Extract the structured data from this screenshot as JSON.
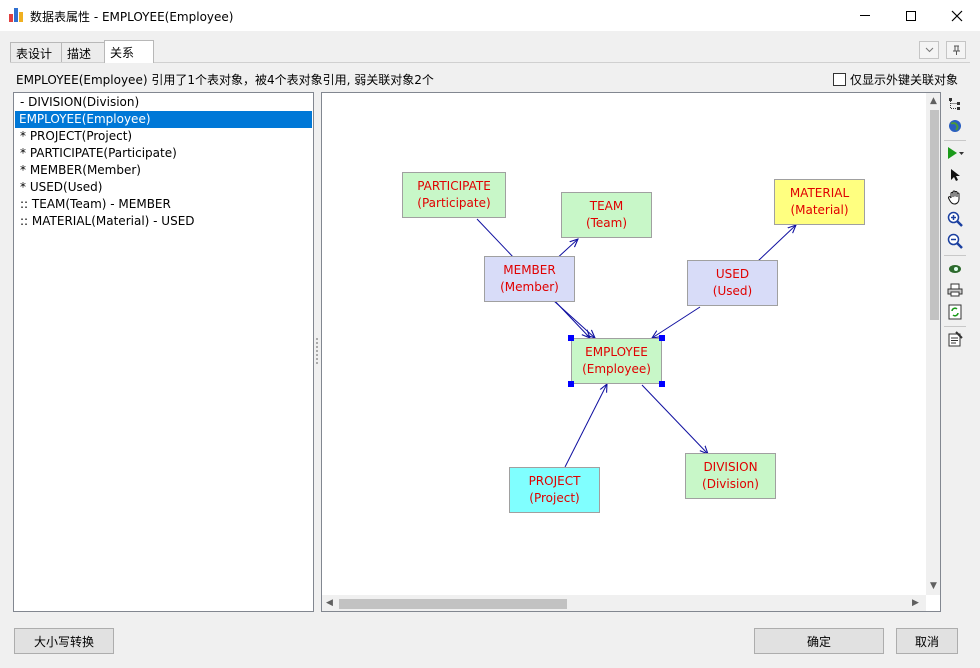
{
  "window": {
    "title": "数据表属性 - EMPLOYEE(Employee)"
  },
  "tabs": [
    {
      "label": "表设计"
    },
    {
      "label": "描述"
    },
    {
      "label": "关系"
    }
  ],
  "summary": "EMPLOYEE(Employee) 引用了1个表对象，被4个表对象引用, 弱关联对象2个",
  "fk_only_label": "仅显示外键关联对象",
  "relation_list": [
    "- DIVISION(Division)",
    "EMPLOYEE(Employee)",
    "* PROJECT(Project)",
    "* PARTICIPATE(Participate)",
    "* MEMBER(Member)",
    "* USED(Used)",
    ":: TEAM(Team) - MEMBER",
    ":: MATERIAL(Material) - USED"
  ],
  "selected_index": 1,
  "diagram": {
    "nodes": {
      "participate": {
        "name": "PARTICIPATE",
        "code": "(Participate)",
        "color": "#c8f7c8"
      },
      "team": {
        "name": "TEAM",
        "code": "(Team)",
        "color": "#c8f7c8"
      },
      "material": {
        "name": "MATERIAL",
        "code": "(Material)",
        "color": "#ffff80"
      },
      "member": {
        "name": "MEMBER",
        "code": "(Member)",
        "color": "#d8dcf8"
      },
      "used": {
        "name": "USED",
        "code": "(Used)",
        "color": "#d8dcf8"
      },
      "employee": {
        "name": "EMPLOYEE",
        "code": "(Employee)",
        "color": "#c8f7c8"
      },
      "project": {
        "name": "PROJECT",
        "code": "(Project)",
        "color": "#80ffff"
      },
      "division": {
        "name": "DIVISION",
        "code": "(Division)",
        "color": "#c8f7c8"
      }
    },
    "text_color": "#e00000",
    "link_color": "#1010a0"
  },
  "toolbar_icons": [
    "tree-layout-icon",
    "globe-icon",
    "run-icon",
    "pointer-icon",
    "hand-icon",
    "zoom-in-icon",
    "zoom-out-icon",
    "view-icon",
    "print-icon",
    "refresh-icon",
    "properties-icon"
  ],
  "buttons": {
    "case_convert": "大小写转换",
    "ok": "确定",
    "cancel": "取消"
  }
}
